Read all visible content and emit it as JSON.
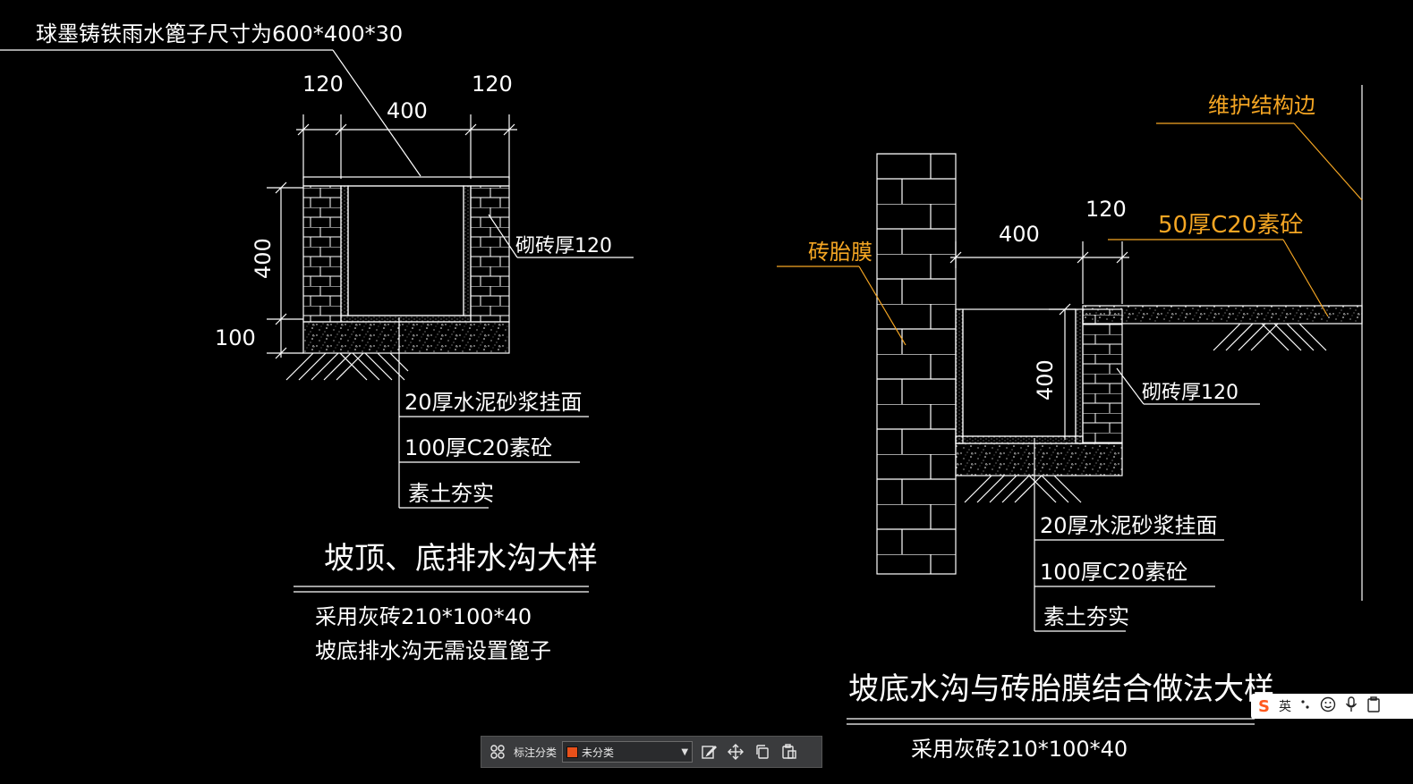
{
  "left_detail": {
    "grate_note": "球墨铸铁雨水篦子尺寸为600*400*30",
    "dim_left_wall": "120",
    "dim_channel_width": "400",
    "dim_right_wall": "120",
    "dim_height": "400",
    "dim_base": "100",
    "label_brick": "砌砖厚120",
    "layer_mortar": "20厚水泥砂浆挂面",
    "layer_concrete": "100厚C20素砼",
    "layer_soil": "素土夯实",
    "title": "坡顶、底排水沟大样",
    "note_1": "采用灰砖210*100*40",
    "note_2": "坡底排水沟无需设置篦子"
  },
  "right_detail": {
    "label_retaining": "维护结构边",
    "label_brick_membrane": "砖胎膜",
    "dim_wall": "120",
    "dim_channel_width": "400",
    "label_top_concrete": "50厚C20素砼",
    "dim_height": "400",
    "label_brick": "砌砖厚120",
    "layer_mortar": "20厚水泥砂浆挂面",
    "layer_concrete": "100厚C20素砼",
    "layer_soil": "素土夯实",
    "title": "坡底水沟与砖胎膜结合做法大样",
    "note_1": "采用灰砖210*100*40"
  },
  "toolbar": {
    "grid_icon": "grid-icon",
    "label": "标注分类",
    "select_value": "未分类",
    "select_color": "#e8501a",
    "edit_icon": "edit-icon",
    "move_icon": "move-icon",
    "copy_icon": "copy-icon",
    "paste_icon": "paste-icon"
  },
  "ime": {
    "logo": "S",
    "lang": "英"
  },
  "colors": {
    "background": "#000000",
    "line": "#ffffff",
    "annotation": "#f5a623"
  }
}
